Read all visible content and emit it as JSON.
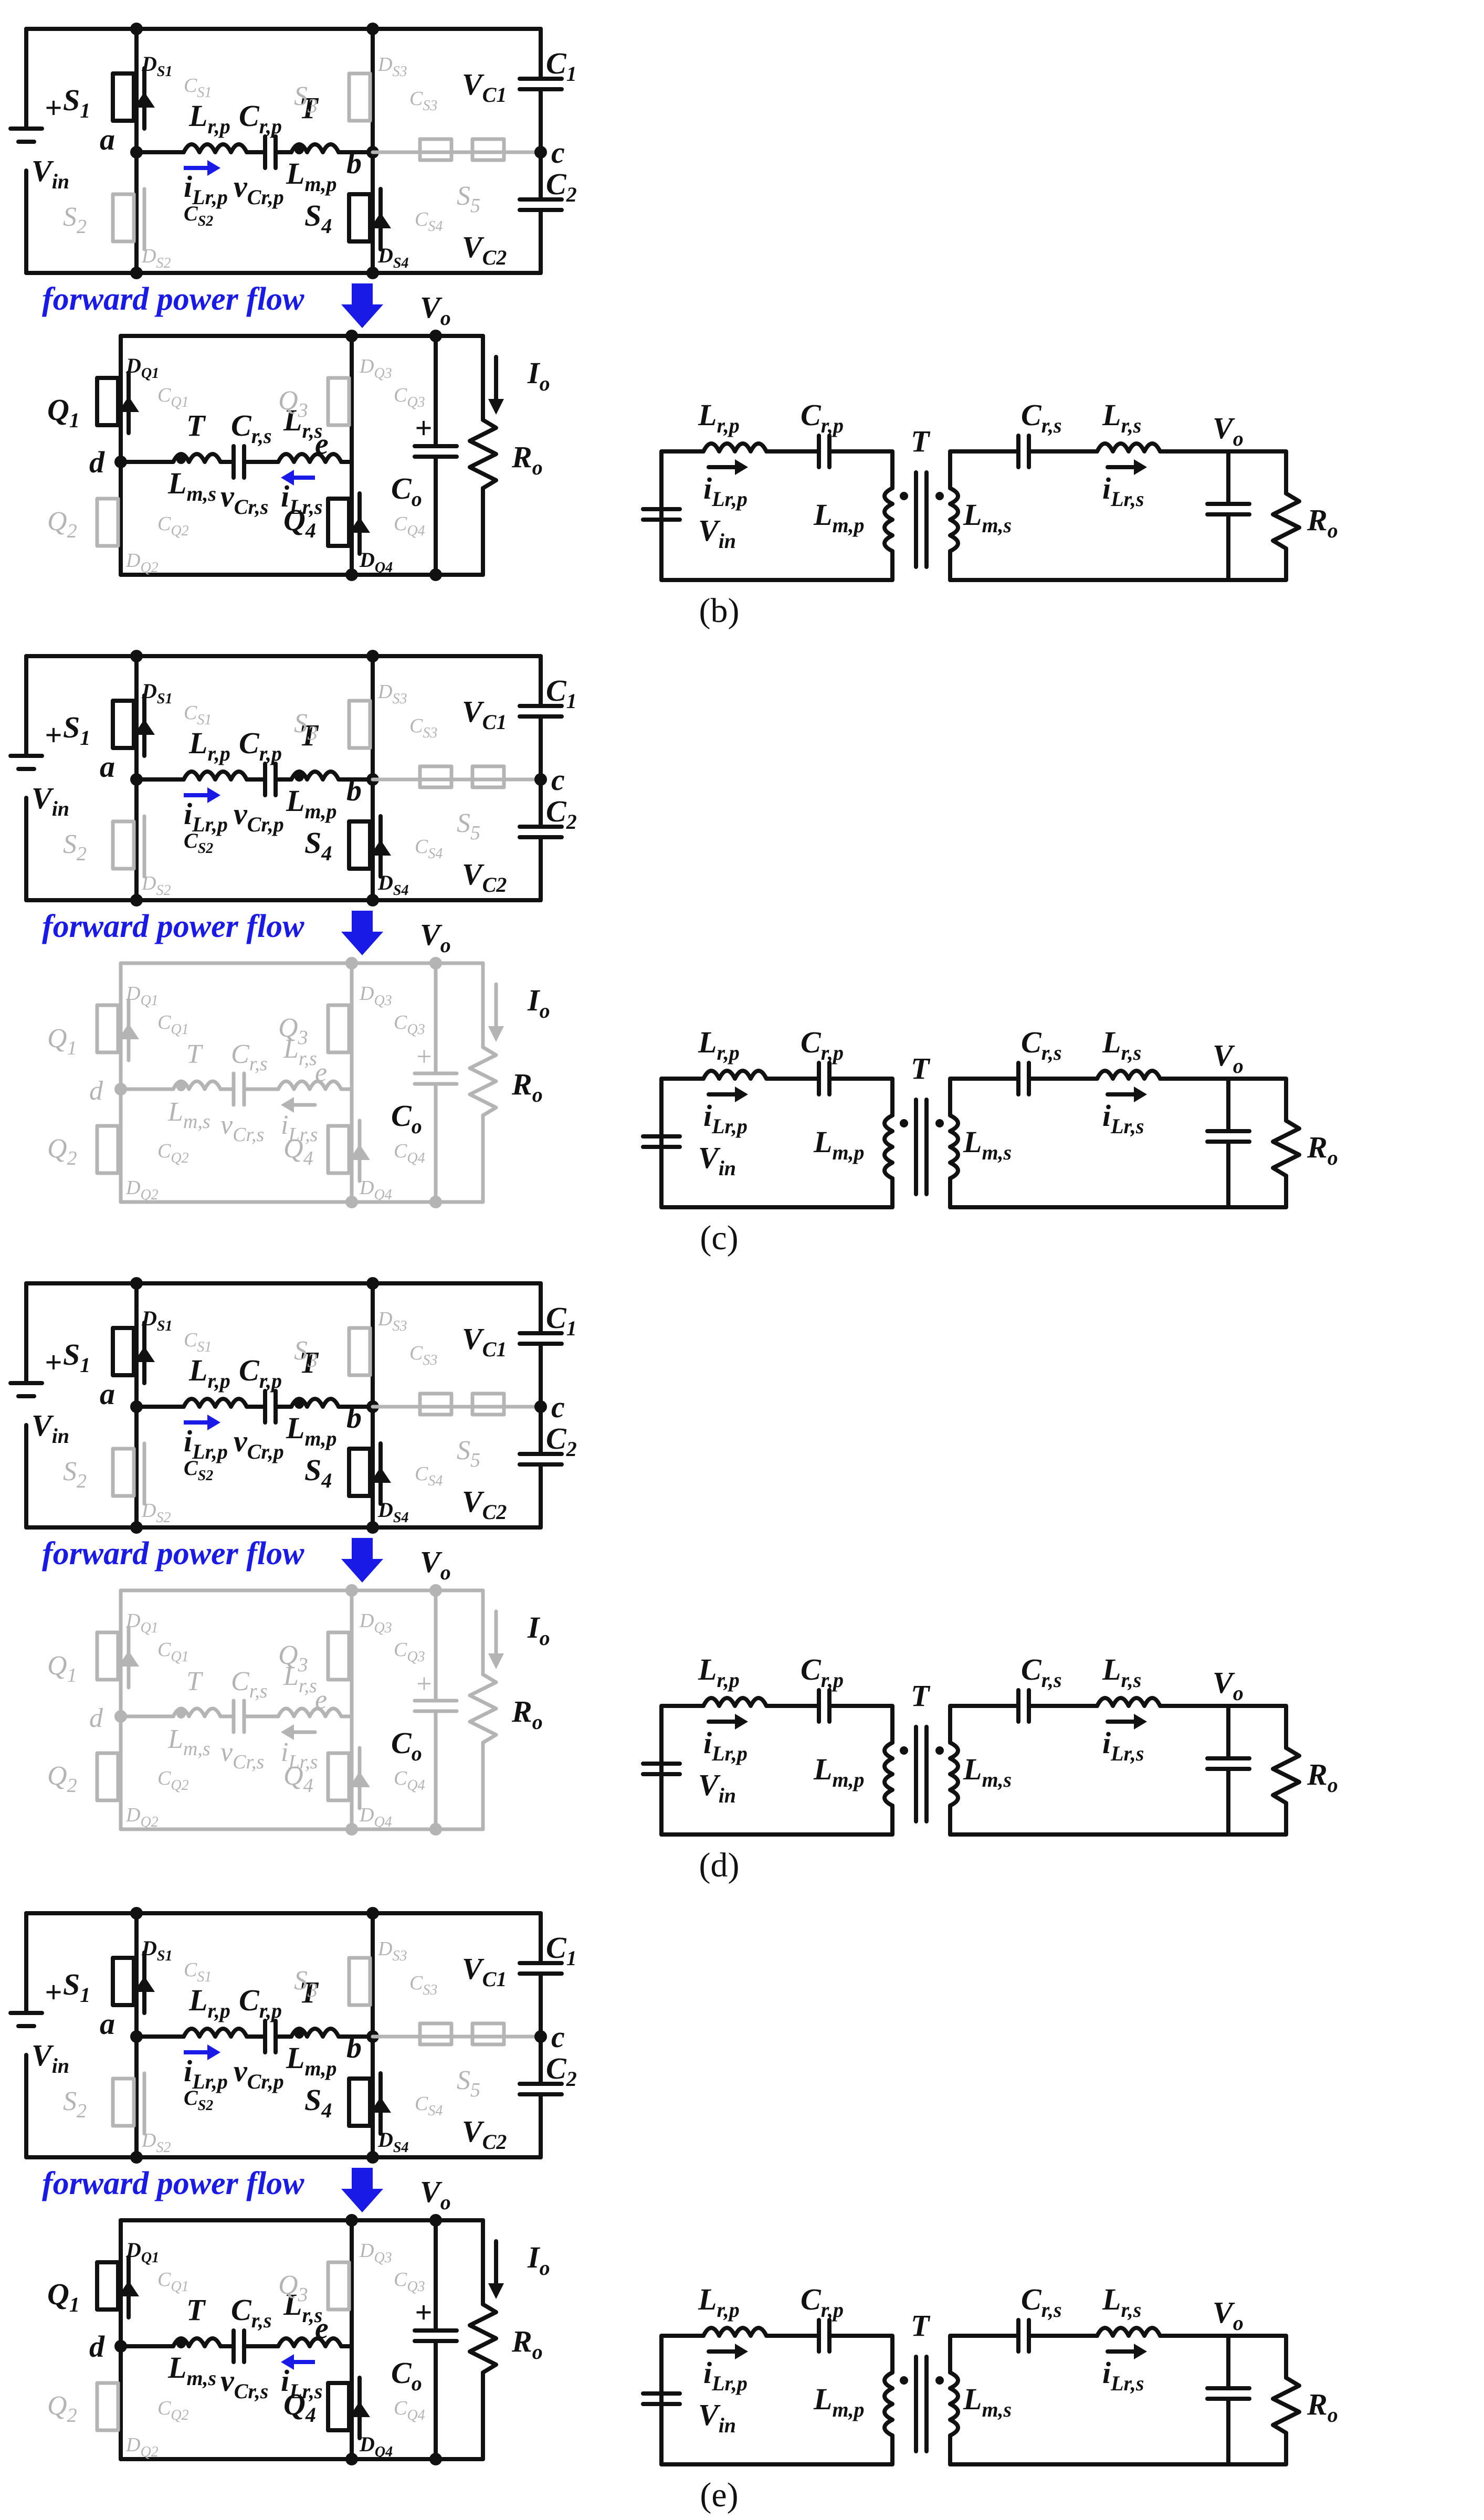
{
  "panels": [
    {
      "caption": "(b)",
      "flow_label": "forward power flow",
      "labels": {
        "vin": "V",
        "vin_sub": "in",
        "s1": "S",
        "s1_sub": "1",
        "ds1": "D",
        "ds1_sub": "S1",
        "cs1": "C",
        "cs1_sub": "S1",
        "s2": "S",
        "s2_sub": "2",
        "ds2": "D",
        "ds2_sub": "S2",
        "cs2": "C",
        "cs2_sub": "S2",
        "s3": "S",
        "s3_sub": "3",
        "ds3": "D",
        "ds3_sub": "S3",
        "cs3": "C",
        "cs3_sub": "S3",
        "s4": "S",
        "s4_sub": "4",
        "ds4": "D",
        "ds4_sub": "S4",
        "cs4": "C",
        "cs4_sub": "S4",
        "s5": "S",
        "s5_sub": "5",
        "a": "a",
        "b": "b",
        "c": "c",
        "d": "d",
        "e": "e",
        "lrp": "L",
        "lrp_sub": "r,p",
        "crp": "C",
        "crp_sub": "r,p",
        "t": "T",
        "lmp": "L",
        "lmp_sub": "m,p",
        "ilrp": "i",
        "ilrp_sub": "Lr,p",
        "vcrp": "v",
        "vcrp_sub": "Cr,p",
        "vc1": "V",
        "vc1_sub": "C1",
        "c1": "C",
        "c1_sub": "1",
        "vc2": "V",
        "vc2_sub": "C2",
        "c2": "C",
        "c2_sub": "2",
        "vo": "V",
        "vo_sub": "o",
        "io": "I",
        "io_sub": "o",
        "co": "C",
        "co_sub": "o",
        "ro": "R",
        "ro_sub": "o",
        "q1": "Q",
        "q1_sub": "1",
        "dq1": "D",
        "dq1_sub": "Q1",
        "cq1": "C",
        "cq1_sub": "Q1",
        "q2": "Q",
        "q2_sub": "2",
        "dq2": "D",
        "dq2_sub": "Q2",
        "cq2": "C",
        "cq2_sub": "Q2",
        "q3": "Q",
        "q3_sub": "3",
        "dq3": "D",
        "dq3_sub": "Q3",
        "cq3": "C",
        "cq3_sub": "Q3",
        "q4": "Q",
        "q4_sub": "4",
        "dq4": "D",
        "dq4_sub": "Q4",
        "cq4": "C",
        "cq4_sub": "Q4",
        "lms": "L",
        "lms_sub": "m,s",
        "crs": "C",
        "crs_sub": "r,s",
        "lrs": "L",
        "lrs_sub": "r,s",
        "ilrs": "i",
        "ilrs_sub": "Lr,s",
        "vcrs": "v",
        "vcrs_sub": "Cr,s"
      }
    },
    {
      "caption": "(c)",
      "flow_label": "forward power flow"
    },
    {
      "caption": "(d)",
      "flow_label": "forward power flow"
    },
    {
      "caption": "(e)",
      "flow_label": "forward power flow"
    }
  ],
  "colors": {
    "active": "#111111",
    "inactive": "#b4b4b4",
    "flow": "#1a1ae6"
  }
}
